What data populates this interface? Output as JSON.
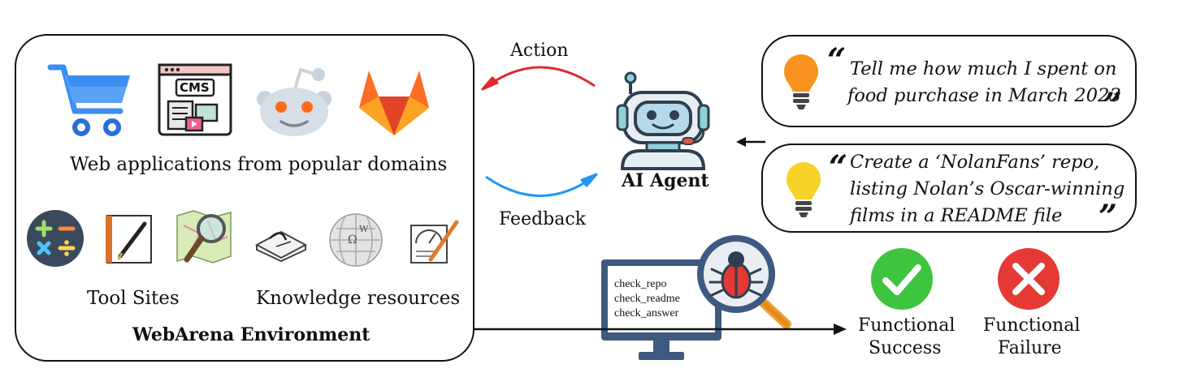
{
  "environment": {
    "title": "WebArena Environment",
    "web_apps_caption": "Web applications from popular domains",
    "tool_sites_caption": "Tool Sites",
    "knowledge_caption": "Knowledge resources",
    "cms_label": "CMS"
  },
  "arrows": {
    "action_label": "Action",
    "feedback_label": "Feedback"
  },
  "agent": {
    "label": "AI Agent"
  },
  "intents": [
    {
      "lines": [
        "Tell me how much I spent on",
        "food purchase in March 2023"
      ],
      "bulb_color": "#f7931e"
    },
    {
      "lines": [
        "Create a ‘NolanFans’ repo,",
        "listing Nolan’s Oscar-winning",
        "films in a README file"
      ],
      "bulb_color": "#f5d327"
    }
  ],
  "evaluator": {
    "checks": [
      "check_repo",
      "check_readme",
      "check_answer"
    ]
  },
  "outcomes": {
    "success": [
      "Functional",
      "Success"
    ],
    "failure": [
      "Functional",
      "Failure"
    ],
    "success_color": "#3fc43f",
    "failure_color": "#e53935"
  },
  "colors": {
    "action_arrow": "#e0292f",
    "feedback_arrow": "#2196f3"
  }
}
